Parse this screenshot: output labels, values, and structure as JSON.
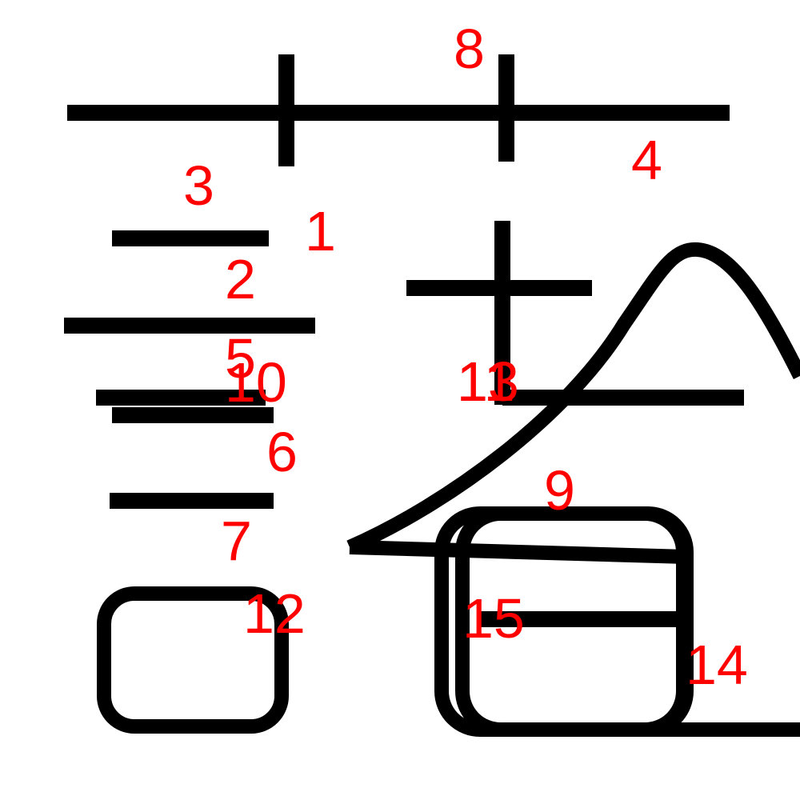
{
  "colors": {
    "stroke": "#000000",
    "label": "#ff0000",
    "background": "#ffffff"
  },
  "labels": {
    "n1": "1",
    "n2": "2",
    "n3": "3",
    "n4": "4",
    "n5": "5",
    "n6": "6",
    "n7": "7",
    "n8": "8",
    "n9": "9",
    "n10": "10",
    "n11": "11",
    "n12": "12",
    "n13": "13",
    "n14": "14",
    "n15": "15"
  }
}
